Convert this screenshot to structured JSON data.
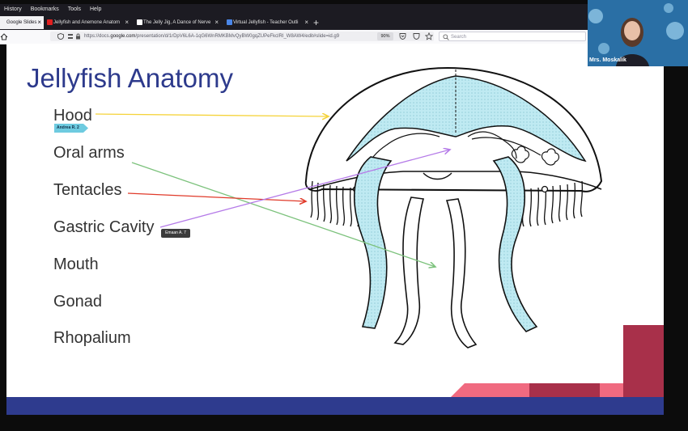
{
  "browser": {
    "menu": [
      "History",
      "Bookmarks",
      "Tools",
      "Help"
    ],
    "tabs": [
      {
        "label": "Google Slides",
        "active": true,
        "color": "#f4b400"
      },
      {
        "label": "Jellyfish and Anemone Anatom",
        "active": false,
        "color": "#e02020"
      },
      {
        "label": "The Jelly Jig, A Dance of Nerve",
        "active": false,
        "color": "#ffffff"
      },
      {
        "label": "Virtual Jellyfish - Teacher Outli",
        "active": false,
        "color": "#4a86e8"
      }
    ],
    "url_prefix": "https://docs.",
    "url_domain": "google.com",
    "url_path": "/presentation/d/1rDpV6L6A-1qG6WnRMKBMvQyBW0gqZUPeFkclRI_W8AW4/edit#slide=id.g9",
    "zoom": "90%",
    "search_placeholder": "Search"
  },
  "slide": {
    "title": "Jellyfish Anatomy",
    "labels": [
      "Hood",
      "Oral arms",
      "Tentacles",
      "Gastric Cavity",
      "Mouth",
      "Gonad",
      "Rhopalium"
    ],
    "cursor_tags": [
      {
        "text": "Andrea R. 2",
        "color": "#6ecbe0"
      },
      {
        "text": "Emaan A. 7",
        "color": "#3c3c3c"
      }
    ],
    "arrow_colors": {
      "hood": "#f5d33a",
      "oral_arms": "#7cc27c",
      "tentacles": "#e03a2a",
      "gastric": "#b57be8"
    },
    "accent_colors": {
      "pink": "#f06a80",
      "crimson": "#a8304a",
      "jelly_fill": "#bfeaf2"
    }
  },
  "video": {
    "participant_name": "Mrs. Moskalik"
  }
}
